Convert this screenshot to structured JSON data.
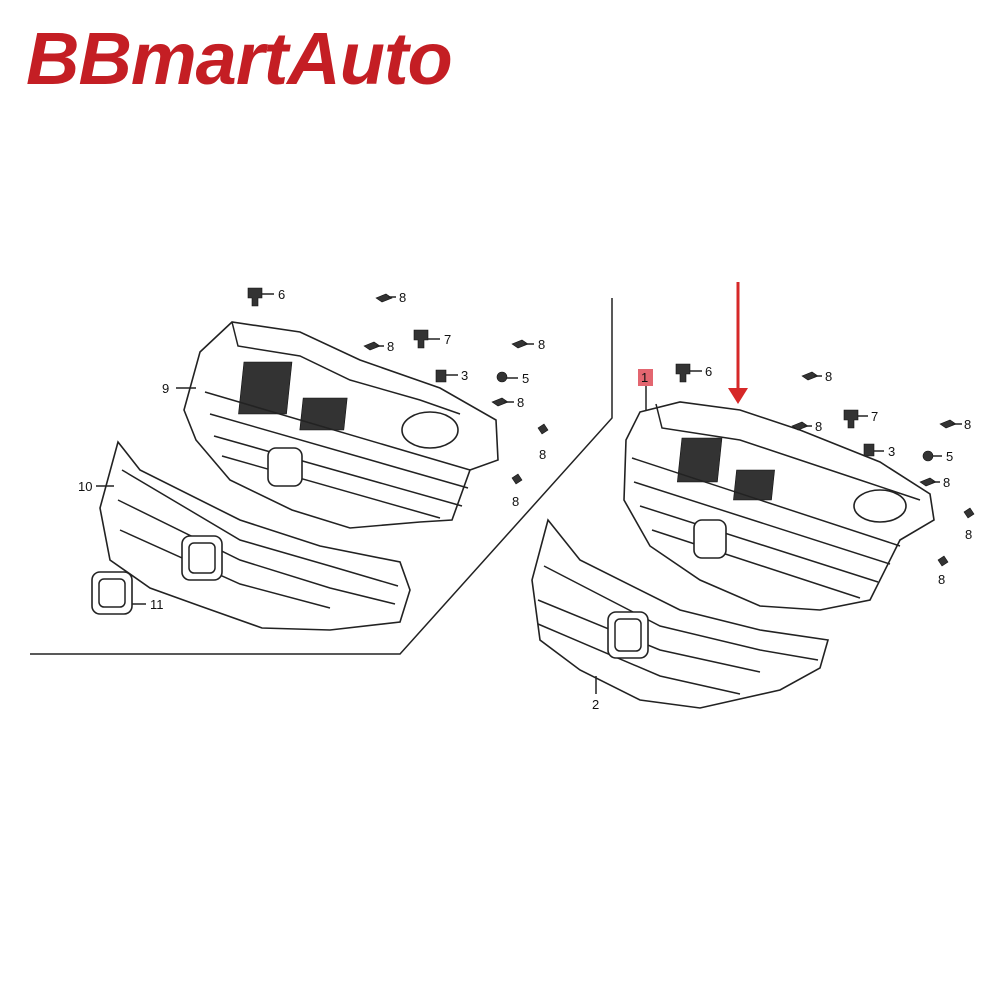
{
  "brand": {
    "name": "BBmartAuto",
    "color": "#c41e24"
  },
  "accent": {
    "highlight_box": "#e05560",
    "arrow": "#d62828"
  },
  "left_panel": {
    "callouts": {
      "clip_6": "6",
      "clip_8_a": "8",
      "clip_8_b": "8",
      "clip_7": "7",
      "clip_8_c": "8",
      "nut_3": "3",
      "nut_5": "5",
      "clip_8_d": "8",
      "clip_8_e": "8",
      "clip_8_f": "8",
      "grille_base": "9",
      "grille_trim": "10",
      "emblem": "11"
    }
  },
  "right_panel": {
    "callouts": {
      "grille_assembly": "1",
      "clip_6": "6",
      "clip_8_a": "8",
      "clip_8_b": "8",
      "clip_7": "7",
      "clip_8_c": "8",
      "nut_3": "3",
      "nut_5": "5",
      "clip_8_d": "8",
      "clip_8_e": "8",
      "clip_8_f": "8",
      "grille_trim": "2"
    }
  }
}
